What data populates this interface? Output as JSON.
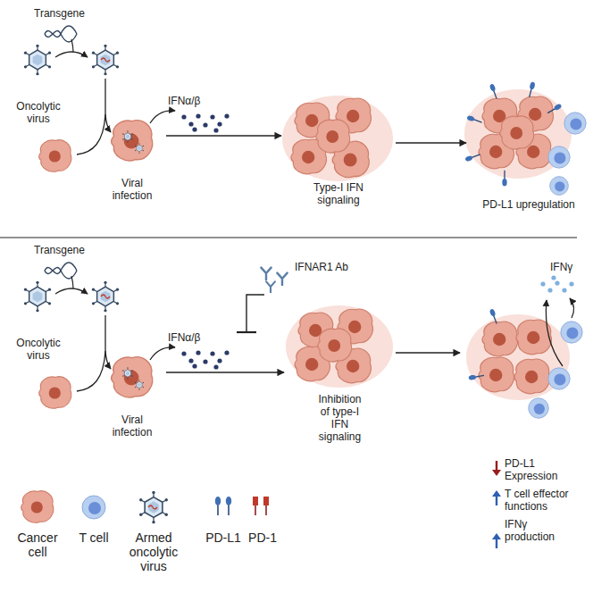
{
  "diagram": {
    "nodes": [
      {
        "text": [
          "Oncolytic virus"
        ]
      },
      {
        "text": [
          "Viral infection"
        ]
      },
      {
        "text": [
          "Type-I IFN signaling"
        ]
      },
      {
        "text": [
          "PD-L1 upregulation"
        ]
      },
      {
        "text": [
          "Oncolytic virus"
        ]
      },
      {
        "text": [
          "Viral infection"
        ]
      },
      {
        "text": [
          "Inhibition of type-I IFN signaling"
        ]
      },
      {
        "text": [
          "PD-L1 Expression",
          "T cell effector functions",
          "IFNγ production"
        ]
      }
    ],
    "edges": [
      {
        "from": 1,
        "to": 2,
        "arrow": "to"
      },
      {
        "from": 2,
        "to": 3,
        "arrow": "to"
      },
      {
        "from": 5,
        "to": 6,
        "arrow": "to"
      },
      {
        "from": 6,
        "to": 7,
        "arrow": "to"
      }
    ],
    "labels": [
      "Transgene",
      "IFNα/β",
      "Transgene",
      "IFNα/β",
      "IFNAR1 Ab",
      "IFNγ"
    ],
    "legend": [
      {
        "text": "Cancer cell"
      },
      {
        "text": "T cell"
      },
      {
        "text": "Armed oncolytic virus"
      },
      {
        "text": "PD-L1"
      },
      {
        "text": "PD-1"
      }
    ]
  }
}
